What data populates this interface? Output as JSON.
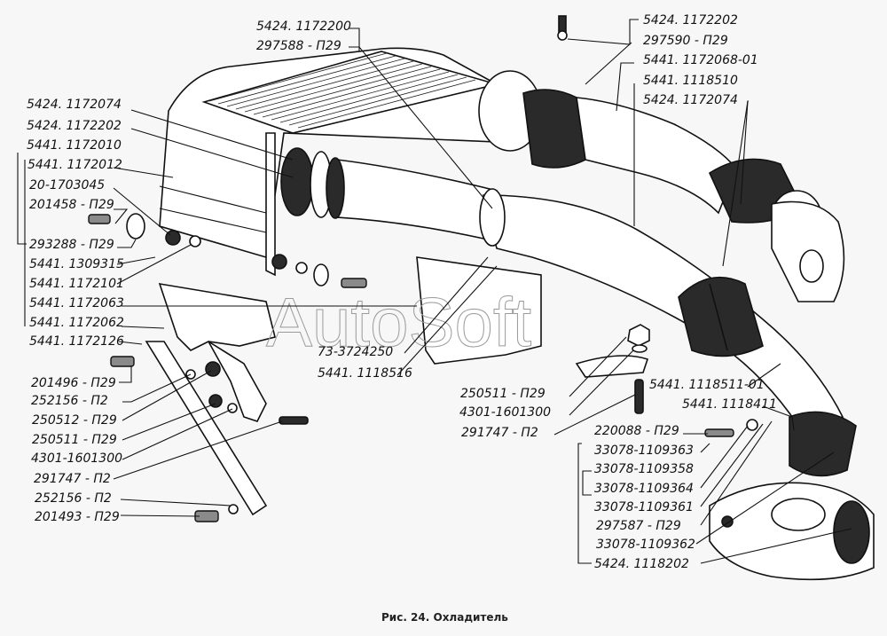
{
  "caption": "Рис. 24. Охладитель",
  "watermark": "AutoSoft",
  "labels": {
    "l_5424_1172074_a": "5424. 1172074",
    "l_5424_1172202_a": "5424. 1172202",
    "l_5441_1172010": "5441. 1172010",
    "l_5441_1172012": "5441. 1172012",
    "l_20_1703045": "20-1703045",
    "l_201458": "201458 - П29",
    "l_293288": "293288 - П29",
    "l_5441_1309315": "5441. 1309315",
    "l_5441_1172101": "5441. 1172101",
    "l_5441_1172063": "5441. 1172063",
    "l_5441_1172062": "5441. 1172062",
    "l_5441_1172126": "5441. 1172126",
    "l_201496": "201496 - П29",
    "l_252156_a": "252156 - П2",
    "l_250512": "250512 - П29",
    "l_250511_a": "250511 - П29",
    "l_4301_1601300_a": "4301-1601300",
    "l_291747_a": "291747 - П2",
    "l_252156_b": "252156 - П2",
    "l_201493": "201493 - П29",
    "l_5424_1172200": "5424. 1172200",
    "l_297588": "297588 - П29",
    "l_5424_1172202_b": "5424. 1172202",
    "l_297590": "297590 - П29",
    "l_5441_1172068_01": "5441. 1172068-01",
    "l_5441_1118510": "5441. 1118510",
    "l_5424_1172074_b": "5424. 1172074",
    "l_73_3724250": "73-3724250",
    "l_5441_1118516": "5441. 1118516",
    "l_250511_b": "250511 - П29",
    "l_4301_1601300_b": "4301-1601300",
    "l_291747_b": "291747 - П2",
    "l_5441_1118511_01": "5441. 1118511-01",
    "l_5441_1118411": "5441. 1118411",
    "l_220088": "220088 - П29",
    "l_33078_1109363": "33078-1109363",
    "l_33078_1109358": "33078-1109358",
    "l_33078_1109364": "33078-1109364",
    "l_33078_1109361": "33078-1109361",
    "l_297587": "297587 - П29",
    "l_33078_1109362": "33078-1109362",
    "l_5424_1118202": "5424. 1118202"
  }
}
